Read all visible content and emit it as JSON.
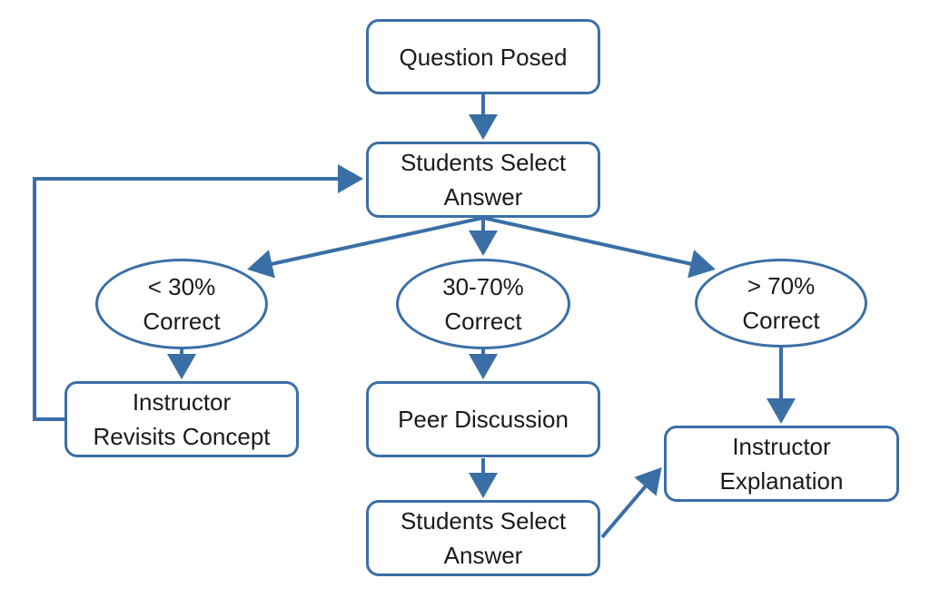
{
  "colors": {
    "stroke": "#3a6fa6",
    "text": "#1a1a1a",
    "background": "#ffffff"
  },
  "nodes": {
    "question_posed": {
      "lines": [
        "Question Posed"
      ]
    },
    "students_select_1": {
      "lines": [
        "Students Select",
        "Answer"
      ]
    },
    "lt30": {
      "lines": [
        "< 30%",
        "Correct"
      ]
    },
    "mid": {
      "lines": [
        "30-70%",
        "Correct"
      ]
    },
    "gt70": {
      "lines": [
        "> 70%",
        "Correct"
      ]
    },
    "revisit": {
      "lines": [
        "Instructor",
        "Revisits Concept"
      ]
    },
    "peer": {
      "lines": [
        "Peer Discussion"
      ]
    },
    "students_select_2": {
      "lines": [
        "Students Select",
        "Answer"
      ]
    },
    "explanation": {
      "lines": [
        "Instructor",
        "Explanation"
      ]
    }
  }
}
